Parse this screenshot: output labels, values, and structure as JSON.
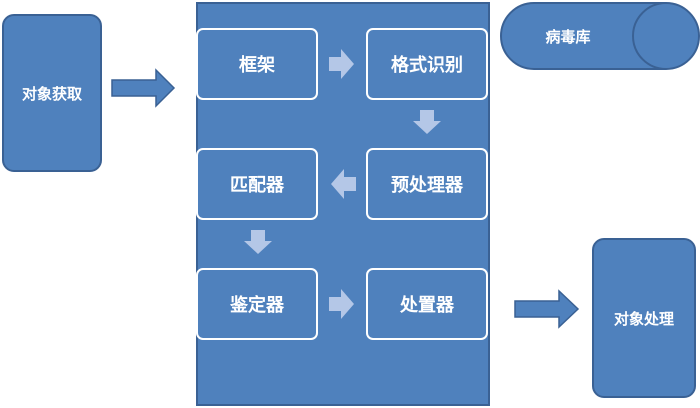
{
  "nodes": {
    "acquire": "对象获取",
    "framework": "框架",
    "format_recognition": "格式识别",
    "preprocessor": "预处理器",
    "matcher": "匹配器",
    "identifier": "鉴定器",
    "handler": "处置器",
    "virus_db": "病毒库",
    "object_handling": "对象处理"
  },
  "colors": {
    "box_fill": "#4f81bd",
    "box_border": "#3a6194",
    "inner_arrow": "#b4c7e7",
    "text": "#ffffff"
  }
}
